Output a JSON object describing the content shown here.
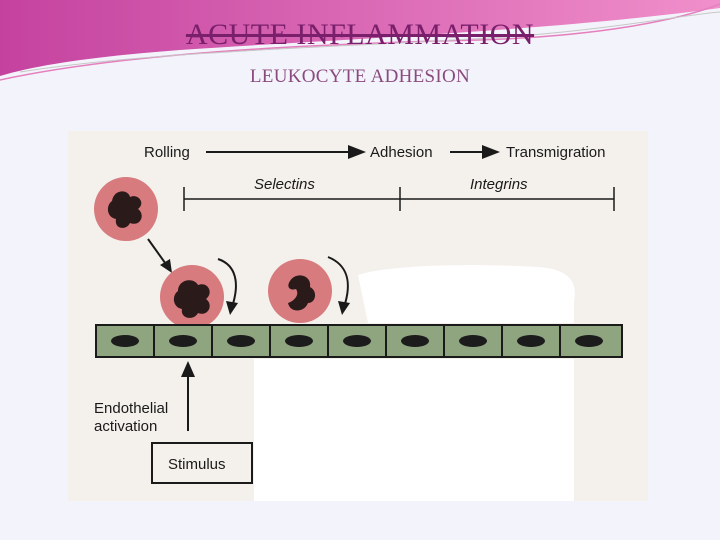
{
  "slide": {
    "title": "ACUTE INFLAMMATION",
    "subtitle": "LEUKOCYTE ADHESION"
  },
  "diagram": {
    "steps": [
      "Rolling",
      "Adhesion",
      "Transmigration"
    ],
    "phases": [
      "Selectins",
      "Integrins"
    ],
    "activation_label_line1": "Endothelial",
    "activation_label_line2": "activation",
    "stimulus_label": "Stimulus",
    "colors": {
      "leukocyte": "#d77b7f",
      "nucleus": "#2a1a1a",
      "endothelium": "#8fa57f",
      "endothelium_nucleus": "#1c1c1c",
      "title": "#7a1f6b",
      "subtitle": "#8a4a7e",
      "decor": "#d94aa6"
    }
  }
}
